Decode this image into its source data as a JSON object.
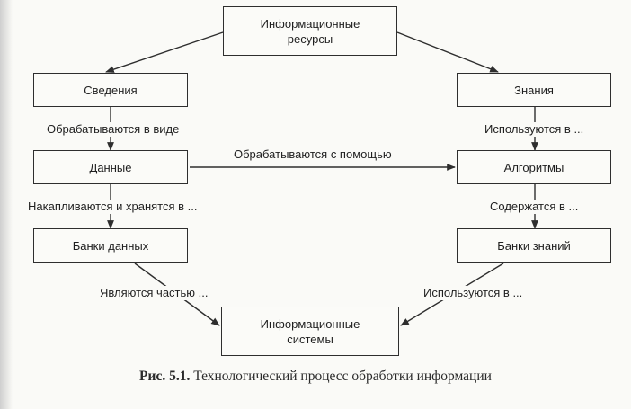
{
  "nodes": {
    "resources": "Информационные\nресурсы",
    "svedeniya": "Сведения",
    "znaniya": "Знания",
    "dannye": "Данные",
    "algoritmy": "Алгоритмы",
    "banki_dannykh": "Банки данных",
    "banki_znaniy": "Банки знаний",
    "systems": "Информационные\nсистемы"
  },
  "edges": {
    "svedeniya_to_dannye": "Обрабатываются в виде",
    "dannye_to_algoritmy": "Обрабатываются с помощью",
    "znaniya_to_algoritmy": "Используются в ...",
    "dannye_to_banki_dannykh": "Накапливаются и хранятся в ...",
    "algoritmy_to_banki_znaniy": "Содержатся в ...",
    "banki_dannykh_to_systems": "Являются частью ...",
    "banki_znaniy_to_systems": "Используются в ..."
  },
  "caption": {
    "number": "Рис. 5.1.",
    "text": "Технологический процесс обработки информации"
  }
}
